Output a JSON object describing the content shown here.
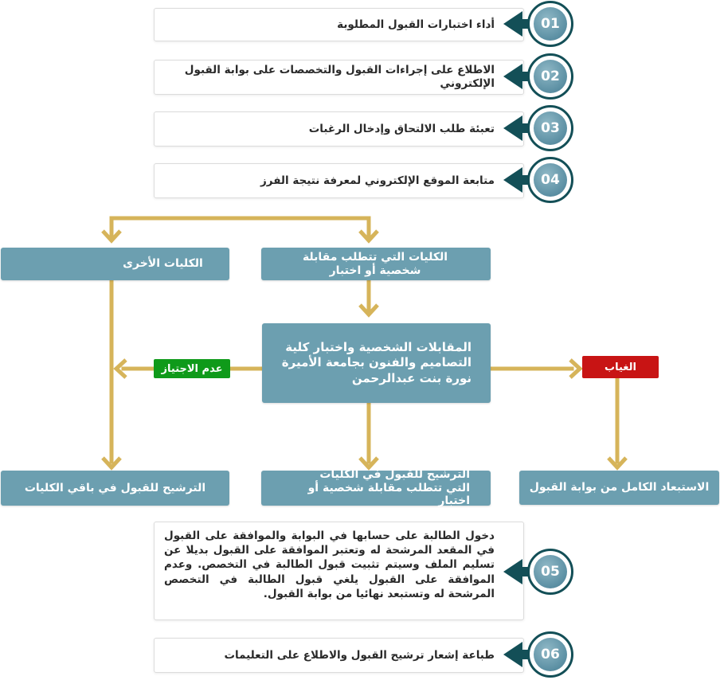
{
  "steps": [
    {
      "num": "01",
      "label": "أداء اختبارات القبول المطلوبة"
    },
    {
      "num": "02",
      "label": "الاطلاع على إجراءات القبول والتخصصات على بوابة القبول الإلكتروني"
    },
    {
      "num": "03",
      "label": "تعبئة طلب الالتحاق وإدخال الرغبات"
    },
    {
      "num": "04",
      "label": "متابعة الموقع الإلكتروني لمعرفة نتيجة الفرز"
    },
    {
      "num": "05",
      "label": "دخول الطالبة على حسابها في البوابة والموافقة على القبول في المقعد المرشحة له وتعتبر الموافقة على القبول بديلا عن تسليم الملف وسيتم تثبيت قبول الطالبة في التخصص. وعدم الموافقة على القبول يلغي قبول الطالبة في التخصص المرشحة له وتستبعد نهائيا من بوابة القبول."
    },
    {
      "num": "06",
      "label": "طباعة إشعار ترشيح القبول والاطلاع على التعليمات"
    }
  ],
  "flow": {
    "other_colleges": "الكليات الأخرى",
    "interview_colleges": "الكليات التي تتطلب مقابلة شخصية أو اختبار",
    "interviews": "المقابلات الشخصية واختبار كلية التصاميم والفنون بجامعة الأميرة نورة بنت عبدالرحمن",
    "fail_badge": "عدم الاجتياز",
    "absence_badge": "الغياب",
    "nominate_other": "الترشيح للقبول في باقي الكليات",
    "nominate_interview": "الترشيح للقبول في الكليات التي تتطلب مقابلة شخصية أو اختبار",
    "exclusion": "الاستبعاد الكامل من بوابة القبول"
  },
  "colors": {
    "node": "#6c9fb0",
    "arrow_dark": "#134f57",
    "connector": "#d6b45a",
    "fail": "#0f9a1a",
    "absence": "#c81414"
  }
}
